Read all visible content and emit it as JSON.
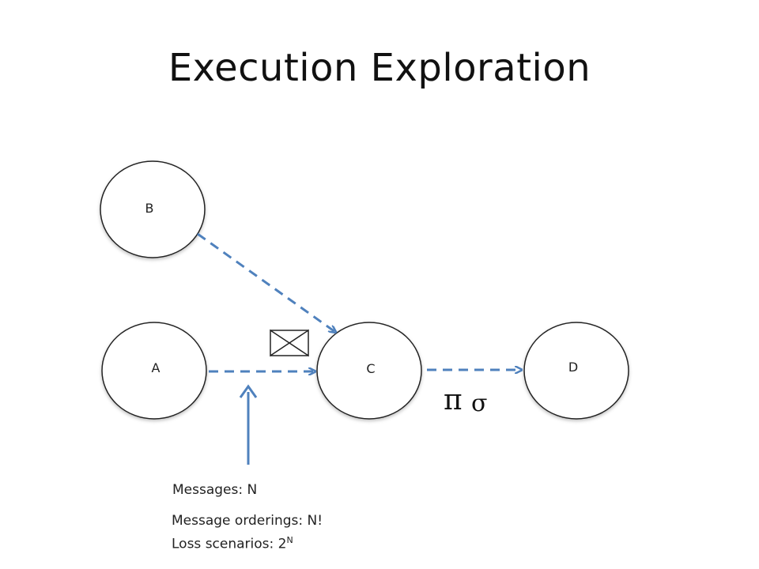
{
  "title": "Execution Exploration",
  "nodes": {
    "a": "A",
    "b": "B",
    "c": "C",
    "d": "D"
  },
  "symbols": {
    "pi": "π",
    "sigma": "σ"
  },
  "notes": {
    "messages": "Messages: N",
    "orderings": "Message orderings: N!",
    "loss_prefix": "Loss scenarios: 2",
    "loss_exponent": "N"
  },
  "colors": {
    "arrow": "#4f81bd",
    "node_stroke": "#222222"
  }
}
